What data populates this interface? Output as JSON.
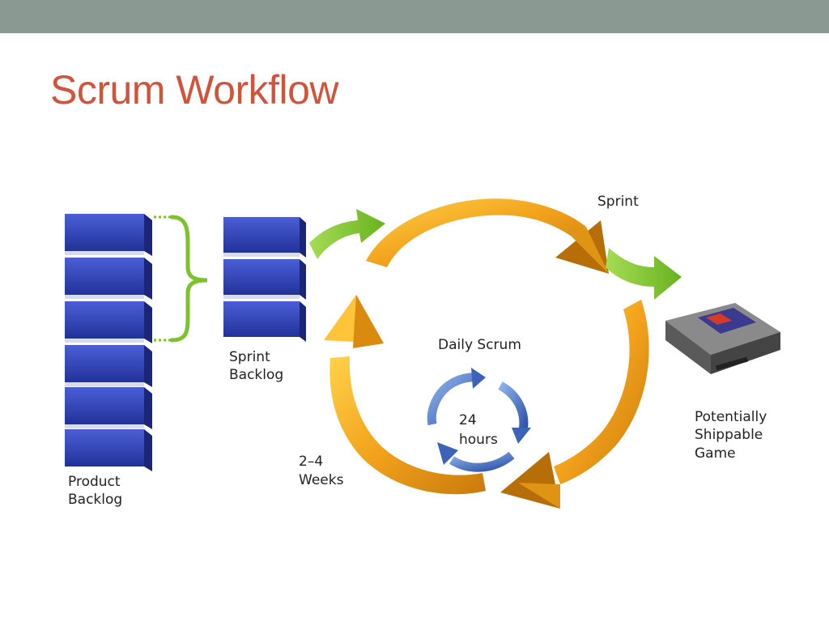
{
  "slide": {
    "title": "Scrum Workflow"
  },
  "diagram": {
    "product_backlog_label": [
      "Product",
      "Backlog"
    ],
    "sprint_backlog_label": [
      "Sprint",
      "Backlog"
    ],
    "sprint_label": "Sprint",
    "daily_scrum_label": "Daily Scrum",
    "hours_label": [
      "24",
      "hours"
    ],
    "weeks_label": [
      "2–4",
      "Weeks"
    ],
    "output_label": [
      "Potentially",
      "Shippable",
      "Game"
    ],
    "colors": {
      "title": "#d0533a",
      "band": "#8a9a93",
      "backlog_block": "#2f44b8",
      "cycle_arrow": "#f0a81a",
      "flow_arrow": "#7cc22a",
      "daily_arrow": "#3c63b8",
      "brace": "#7cc22a"
    },
    "icons": [
      "backlog-block-icon",
      "brace-icon",
      "flow-arrow-icon",
      "cycle-arrow-icon",
      "daily-cycle-icon",
      "game-cartridge-icon"
    ]
  }
}
